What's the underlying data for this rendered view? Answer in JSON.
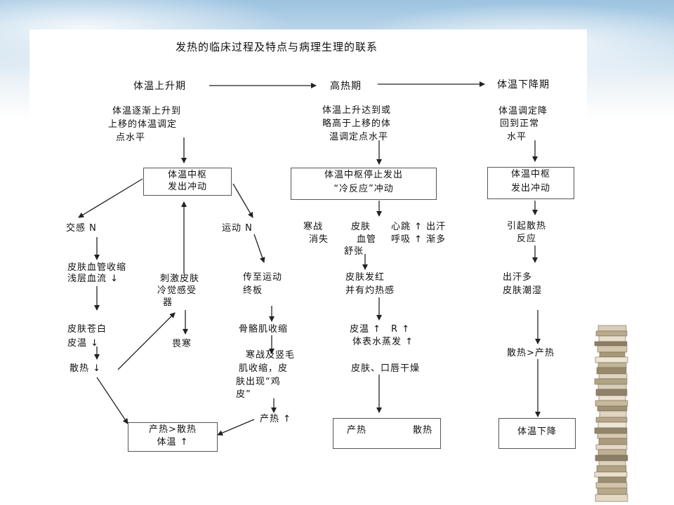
{
  "title": "发热的临床过程及特点与病理生理的联系",
  "phases": {
    "rising": "体温上升期",
    "high": "高热期",
    "falling": "体温下降期"
  },
  "rising": {
    "intro": [
      "体温逐渐上升到",
      "上移的体温调定",
      "点水平"
    ],
    "center": [
      "体温中枢",
      "发出冲动"
    ],
    "sympathetic": "交感 N",
    "motor": "运动 N",
    "vaso": [
      "皮肤血管收缩",
      "浅层血流 ↓"
    ],
    "stimulate": [
      "刺激皮肤",
      "冷觉感受",
      "器"
    ],
    "pale": [
      "皮肤苍白",
      "皮温 ↓"
    ],
    "shiver_feel": "畏寒",
    "heat_loss": "散热 ↓",
    "endplate": [
      "传至运动",
      "终板"
    ],
    "muscle": "骨骼肌收缩",
    "shiver": [
      "寒战及竖毛",
      "肌收缩，皮",
      "肤出现“鸡",
      "皮”"
    ],
    "heat_prod": "产热 ↑",
    "result": [
      "产热>散热",
      "体温 ↑"
    ]
  },
  "high": {
    "intro": [
      "体温上升达到或",
      "略高于上移的体",
      "温调定点水平"
    ],
    "center": [
      "体温中枢停止发出",
      "“冷反应”冲动"
    ],
    "shiver_gone": [
      "寒战",
      "消失"
    ],
    "skin_vessel": [
      "皮肤",
      "血管",
      "舒张"
    ],
    "heart": [
      "心跳 ↑ 出汗",
      "呼吸 ↑ 渐多"
    ],
    "flush": [
      "皮肤发红",
      "并有灼热感"
    ],
    "skin_temp": "皮温 ↑　R ↑",
    "evap": "体表水蒸发 ↑",
    "dry": "皮肤、口唇干燥",
    "balance_left": "产热",
    "balance_right": "散热"
  },
  "falling": {
    "intro": [
      "体温调定降",
      "回到正常",
      "水平"
    ],
    "center": [
      "体温中枢",
      "发出冲动"
    ],
    "dissipate": [
      "引起散热",
      "反应"
    ],
    "sweat": [
      "出汗多",
      "皮肤潮湿"
    ],
    "balance": "散热>产热",
    "result": "体温下降"
  }
}
